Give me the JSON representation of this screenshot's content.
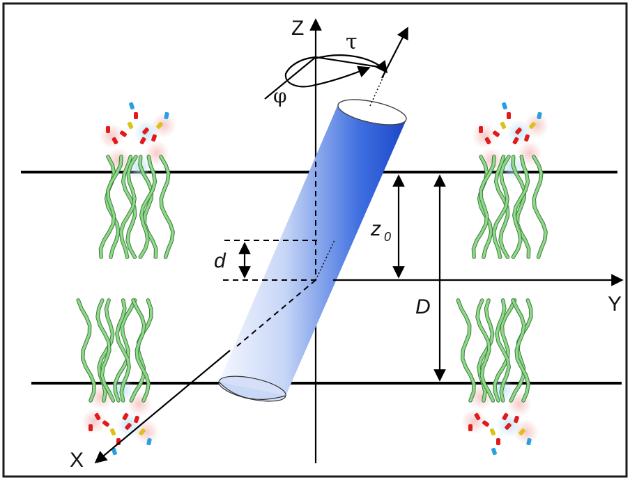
{
  "labels": {
    "z_axis": "Z",
    "y_axis": "Y",
    "x_axis": "X",
    "tau": "τ",
    "phi": "φ",
    "d": "d",
    "z0": "z",
    "z0_sub": "0",
    "D": "D"
  },
  "colors": {
    "frame": "#1a1a1a",
    "line": "#000000",
    "cylinder_dark": "#1f4fd6",
    "cylinder_light": "#f2f6ff",
    "lipid_tail": "#8fd98a",
    "lipid_tail_edge": "#3d7a3a",
    "oxygen": "#e01b1b",
    "phosphorus": "#d9c21a",
    "nitrogen": "#2aa0e0",
    "halo_red": "#f7c9c9",
    "halo_blue": "#c9e6f7"
  },
  "icons": {
    "lipid": "lipid-molecule-icon"
  }
}
